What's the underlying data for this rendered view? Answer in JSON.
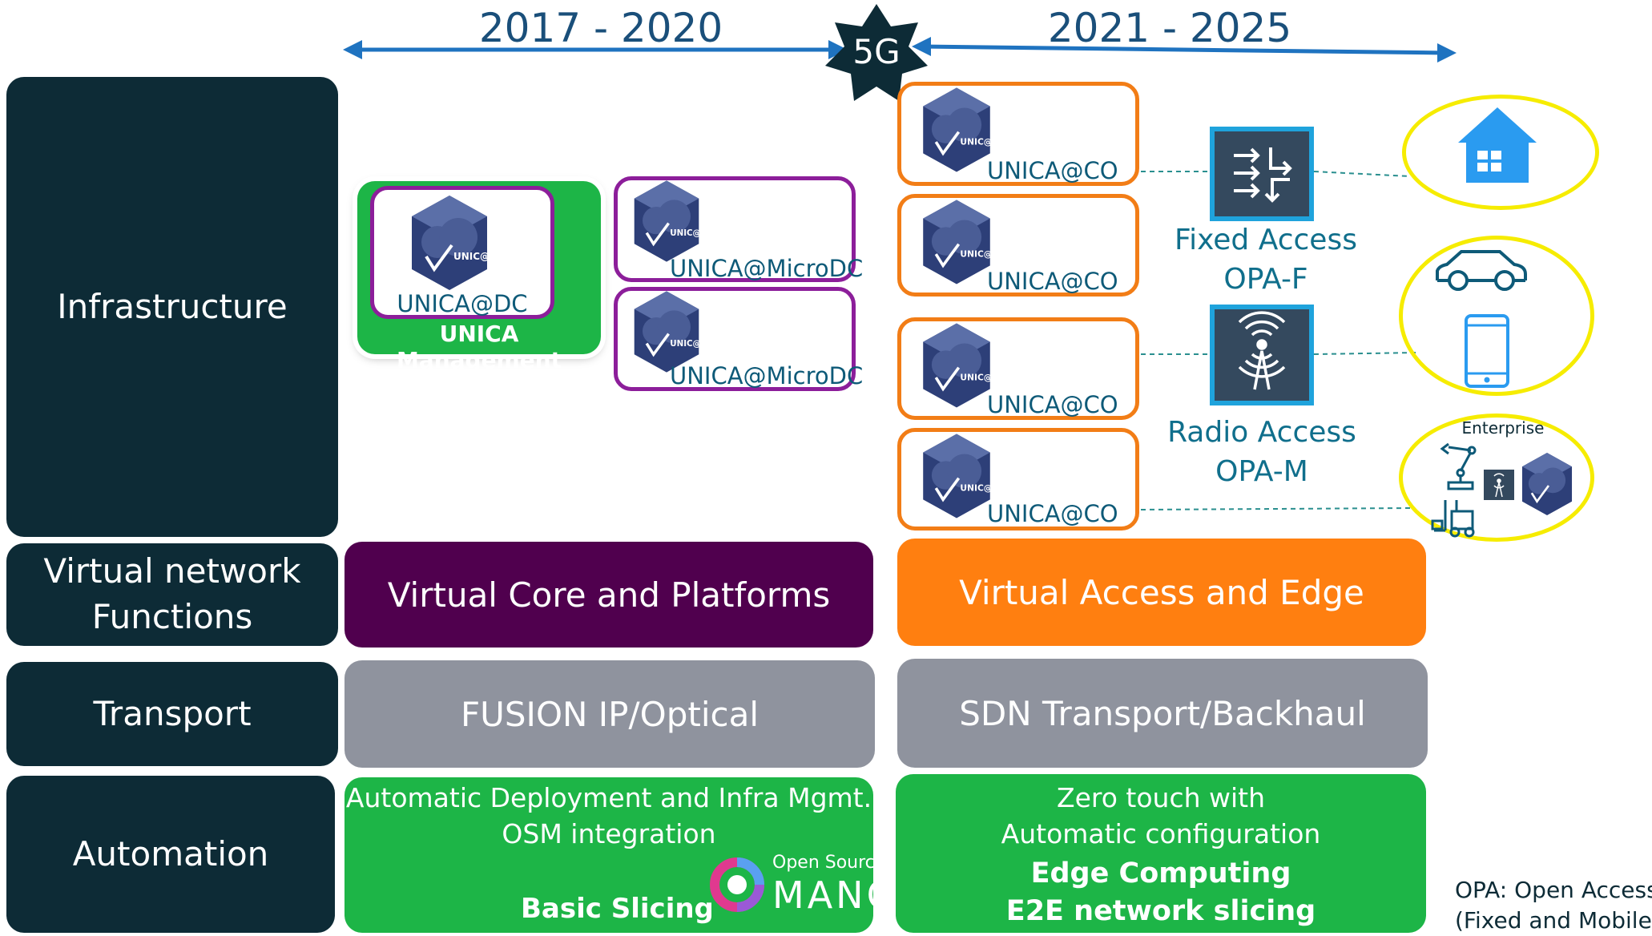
{
  "timeline": {
    "period_left": "2017 -  2020",
    "period_right": "2021 - 2025",
    "milestone": "5G"
  },
  "rows": {
    "infrastructure": "Infrastructure",
    "vnf_line1": "Virtual network",
    "vnf_line2": "Functions",
    "transport": "Transport",
    "automation": "Automation"
  },
  "infra_left": {
    "dc_label": "UNICA@DC",
    "management_label": "UNICA Management",
    "microdc_1": "UNICA@MicroDC",
    "microdc_2": "UNICA@MicroDC",
    "icon_text": "UNIC@"
  },
  "infra_right": {
    "co_1": "UNICA@CO",
    "co_2": "UNICA@CO",
    "co_3": "UNICA@CO",
    "co_4": "UNICA@CO",
    "fixed_access_line1": "Fixed Access",
    "fixed_access_line2": "OPA-F",
    "radio_access_line1": "Radio Access",
    "radio_access_line2": "OPA-M",
    "enterprise_label": "Enterprise"
  },
  "vnf": {
    "left": "Virtual Core and Platforms",
    "right": "Virtual Access and Edge"
  },
  "transport": {
    "left": "FUSION IP/Optical",
    "right": "SDN Transport/Backhaul"
  },
  "automation": {
    "left_line1": "Automatic Deployment and Infra Mgmt.",
    "left_line2": "OSM integration",
    "left_bold": "Basic Slicing",
    "osm_logo_small": "Open Source",
    "osm_logo_big": "MANO",
    "right_line1": "Zero touch with",
    "right_line2": "Automatic configuration",
    "right_bold1": "Edge Computing",
    "right_bold2": "E2E network slicing"
  },
  "footnote": {
    "line1": "OPA: Open Access",
    "line2": "(Fixed and Mobile)"
  },
  "colors": {
    "row_label_bg": "#0d2b36",
    "vnf_left": "#50004e",
    "vnf_right": "#ff7f10",
    "transport": "#8f939e",
    "automation": "#1db547",
    "unica_purple_border": "#8c1e9a",
    "unica_orange_border": "#f27d16",
    "ellipse": "#f6ec00",
    "timeline_arrow": "#1f73c0"
  },
  "icons": [
    "unica-cloud-icon",
    "fixed-access-icon",
    "radio-antenna-icon",
    "house-icon",
    "car-icon",
    "smartphone-icon",
    "robot-arm-icon",
    "forklift-icon",
    "osm-mano-logo-icon",
    "star-badge-icon"
  ]
}
